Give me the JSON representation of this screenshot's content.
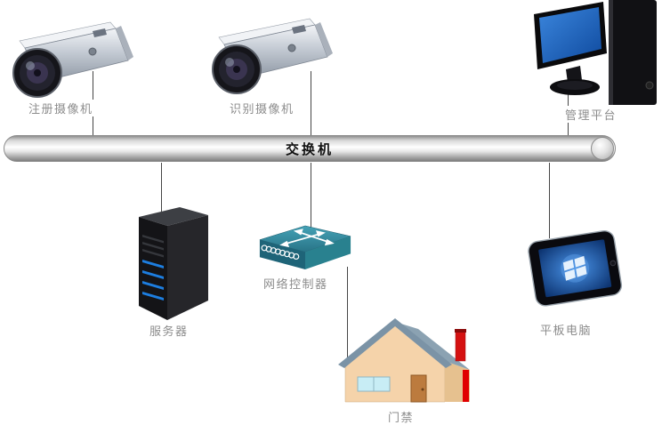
{
  "diagram": {
    "bus": {
      "label": "交换机"
    },
    "nodes": {
      "register_camera": {
        "label": "注册摄像机",
        "type": "camera"
      },
      "recognition_camera": {
        "label": "识别摄像机",
        "type": "camera"
      },
      "management_platform": {
        "label": "管理平台",
        "type": "workstation"
      },
      "server": {
        "label": "服务器",
        "type": "server"
      },
      "network_controller": {
        "label": "网络控制器",
        "type": "switch"
      },
      "access_control": {
        "label": "门禁",
        "type": "building"
      },
      "tablet": {
        "label": "平板电脑",
        "type": "tablet"
      }
    },
    "connections": [
      {
        "from": "register_camera",
        "to": "bus"
      },
      {
        "from": "recognition_camera",
        "to": "bus"
      },
      {
        "from": "management_platform",
        "to": "bus"
      },
      {
        "from": "bus",
        "to": "server"
      },
      {
        "from": "bus",
        "to": "network_controller"
      },
      {
        "from": "network_controller",
        "to": "access_control"
      },
      {
        "from": "bus",
        "to": "tablet"
      }
    ],
    "colors": {
      "label_gray": "#8c8c8c",
      "line_dark": "#454545",
      "screen_blue": "#1d6ec4",
      "switch_teal": "#2e8095",
      "house_wall": "#f5d3aa",
      "roof_gray": "#8ba2b2",
      "chimney_red": "#d51111",
      "led_blue": "#1d7ee0"
    }
  }
}
